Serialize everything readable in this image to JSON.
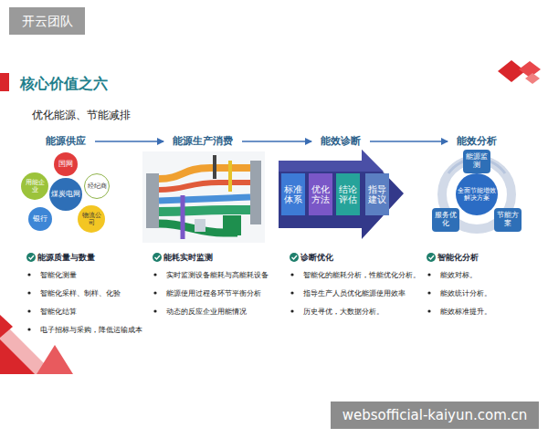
{
  "diagram": {
    "title": "核心价值之六",
    "nodes": [
      {
        "text": [
          "能源供应"
        ]
      },
      {
        "text": [
          "能源生产消费"
        ]
      },
      {
        "text": [
          "能效诊断"
        ]
      },
      {
        "text": [
          "能效分析"
        ]
      },
      {
        "text": [
          "煤炭电网"
        ]
      },
      {
        "text": [
          "国网"
        ]
      },
      {
        "text": [
          "经纪商"
        ]
      },
      {
        "text": [
          "物流公司"
        ]
      },
      {
        "text": [
          "银行"
        ]
      },
      {
        "text": [
          "用能企业"
        ]
      },
      {
        "text": [
          "标准体系"
        ]
      },
      {
        "text": [
          "优化方法"
        ]
      },
      {
        "text": [
          "结论评估"
        ]
      },
      {
        "text": [
          "指导建议"
        ]
      },
      {
        "text": [
          "全面节能增效解决方案"
        ]
      },
      {
        "text": [
          "能源监测"
        ]
      },
      {
        "text": [
          "节能方案"
        ]
      },
      {
        "text": [
          "服务优化"
        ]
      }
    ],
    "edges": [
      {
        "from": 0,
        "to": 1,
        "arrow": "to"
      },
      {
        "from": 1,
        "to": 2,
        "arrow": "to"
      },
      {
        "from": 2,
        "to": 3,
        "arrow": "to"
      }
    ],
    "labels": [
      "开云团队",
      "优化能源、节能减排",
      "能源质量与数量",
      "智能化测量",
      "智能化采样、制样、化验",
      "智能化结算",
      "电子招标与采购，降低运输成本",
      "能耗实时监测",
      "实时监测设备能耗与高能耗设备",
      "能源使用过程各环节平衡分析",
      "动态的反应企业用能情况",
      "诊断优化",
      "智能化的能耗分析，性能优化分析。",
      "指导生产人员优化能源使用效率",
      "历史寻优，大数据分析。",
      "智能化分析",
      "能效对标。",
      "能效统计分析。",
      "能效标准提升。",
      "websofficial-kaiyun.com.cn"
    ]
  }
}
